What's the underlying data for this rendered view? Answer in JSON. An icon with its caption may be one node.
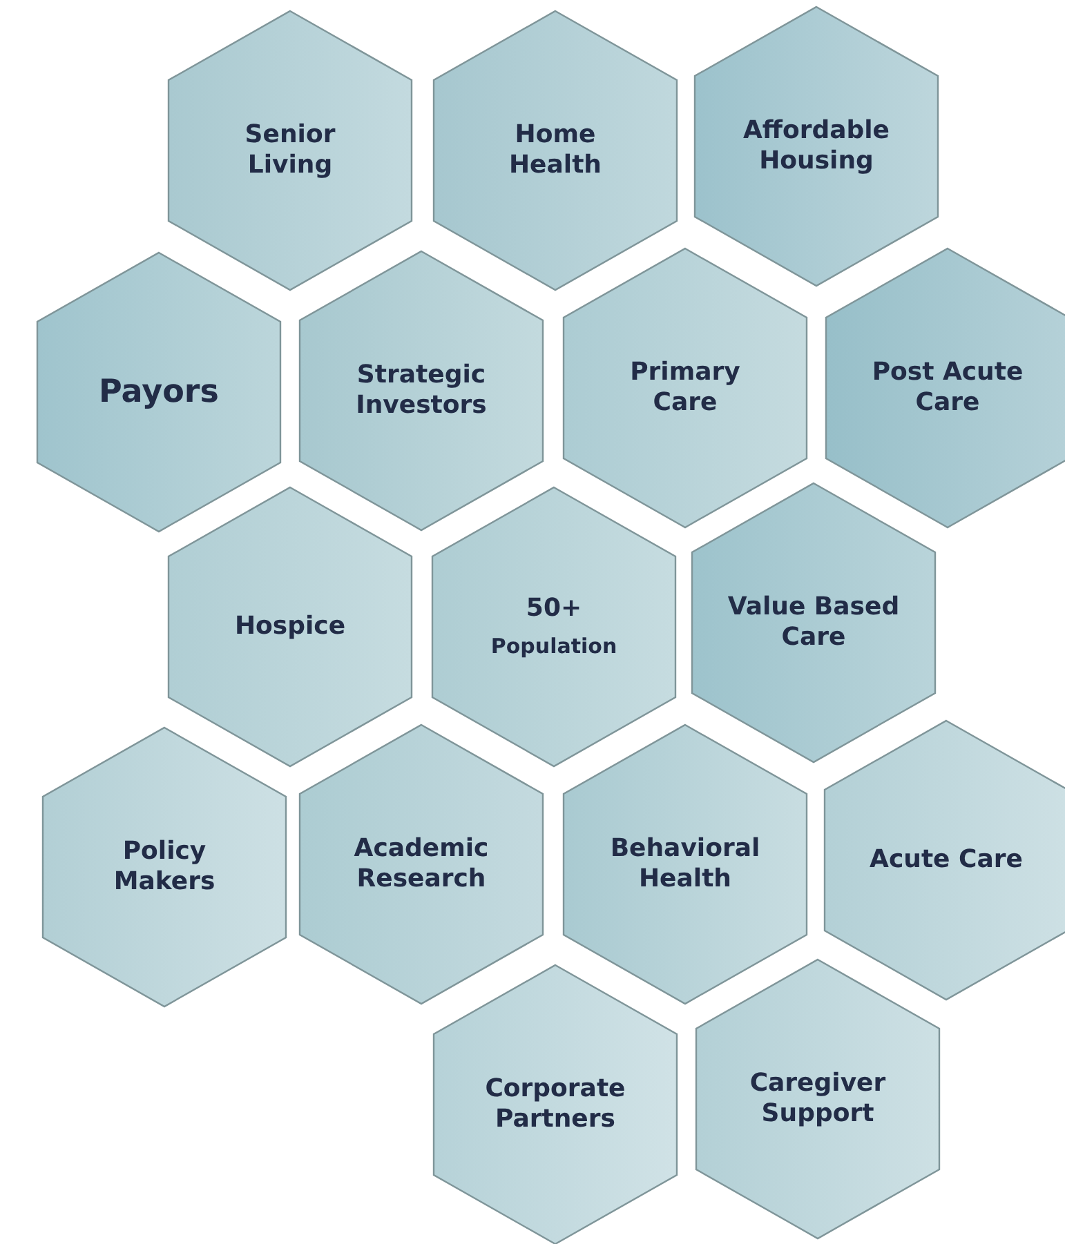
{
  "diagram": {
    "nodes": [
      {
        "text": [
          "Senior Living"
        ]
      },
      {
        "text": [
          "Home Health"
        ]
      },
      {
        "text": [
          "Affordable Housing"
        ]
      },
      {
        "text": [
          "Payors"
        ]
      },
      {
        "text": [
          "Strategic Investors"
        ]
      },
      {
        "text": [
          "Primary Care"
        ]
      },
      {
        "text": [
          "Post Acute Care"
        ]
      },
      {
        "text": [
          "Hospice"
        ]
      },
      {
        "text": [
          "50+",
          "Population"
        ]
      },
      {
        "text": [
          "Value Based Care"
        ]
      },
      {
        "text": [
          "Policy Makers"
        ]
      },
      {
        "text": [
          "Academic Research"
        ]
      },
      {
        "text": [
          "Behavioral Health"
        ]
      },
      {
        "text": [
          "Acute Care"
        ]
      },
      {
        "text": [
          "Corporate Partners"
        ]
      },
      {
        "text": [
          "Caregiver Support"
        ]
      }
    ]
  }
}
